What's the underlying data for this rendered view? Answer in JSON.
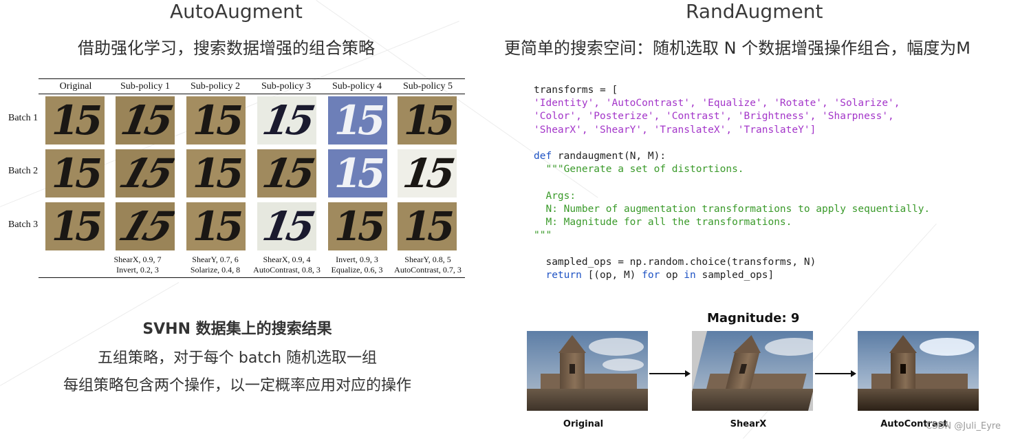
{
  "left": {
    "title": "AutoAugment",
    "subtitle": "借助强化学习，搜索数据增强的组合策略",
    "table": {
      "columns": [
        "Original",
        "Sub-policy 1",
        "Sub-policy 2",
        "Sub-policy 3",
        "Sub-policy 4",
        "Sub-policy 5"
      ],
      "rows": [
        "Batch 1",
        "Batch 2",
        "Batch 3"
      ],
      "cell_text": "15",
      "captions": [
        {
          "line1": "ShearX, 0.9, 7",
          "line2": "Invert, 0.2, 3"
        },
        {
          "line1": "ShearY, 0.7, 6",
          "line2": "Solarize, 0.4, 8"
        },
        {
          "line1": "ShearX, 0.9, 4",
          "line2": "AutoContrast, 0.8, 3"
        },
        {
          "line1": "Invert, 0.9, 3",
          "line2": "Equalize, 0.6, 3"
        },
        {
          "line1": "ShearY, 0.8, 5",
          "line2": "AutoContrast, 0.7, 3"
        }
      ]
    },
    "svhn_title": "SVHN 数据集上的搜索结果",
    "svhn_line1": "五组策略，对于每个 batch 随机选取一组",
    "svhn_line2": "每组策略包含两个操作，以一定概率应用对应的操作"
  },
  "right": {
    "title": "RandAugment",
    "subtitle": "更简单的搜索空间：随机选取 N 个数据增强操作组合，幅度为M",
    "code": {
      "l1": "transforms = [",
      "l2": "'Identity', 'AutoContrast', 'Equalize', 'Rotate', 'Solarize',",
      "l3": "'Color', 'Posterize', 'Contrast', 'Brightness', 'Sharpness',",
      "l4": "'ShearX', 'ShearY', 'TranslateX', 'TranslateY']",
      "l5_kw": "def",
      "l5": " randaugment(N, M):",
      "l6": "  \"\"\"Generate a set of distortions.",
      "l7": "  Args:",
      "l8": "  N: Number of augmentation transformations to apply sequentially.",
      "l9": "  M: Magnitude for all the transformations.",
      "l10": "\"\"\"",
      "l11": "  sampled_ops = np.random.choice(transforms, N)",
      "l12_kw": "  return",
      "l12a": " [(op, M) ",
      "l12_for": "for",
      "l12b": " op ",
      "l12_in": "in",
      "l12c": " sampled_ops]"
    },
    "magnitude_title": "Magnitude: 9",
    "images": [
      "Original",
      "ShearX",
      "AutoContrast"
    ]
  },
  "watermark": "CSDN @Juli_Eyre"
}
